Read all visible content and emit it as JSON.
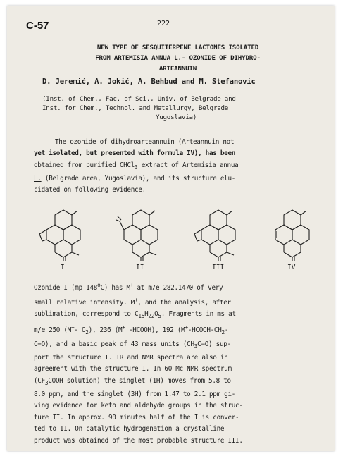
{
  "header": {
    "code": "C-57",
    "page_number": "222"
  },
  "title": {
    "lines": [
      "NEW TYPE OF SESQUITERPENE LACTONES ISOLATED",
      "FROM ARTEMISIA ANNUA L.- OZONIDE OF DIHYDRO-",
      "ARTEANNUIN"
    ]
  },
  "authors": "D. Jeremić, A. Jokić, A. Behbud and M. Stefanovic",
  "affiliation": {
    "lines": [
      "(Inst. of Chem., Fac. of Sci., Univ. of Belgrade and",
      "Inst. for Chem., Technol. and Metallurgy, Belgrade",
      "Yugoslavia)"
    ]
  },
  "paragraph1": {
    "line1": "The ozonide of dihydroarteannuin (Arteannuin not",
    "line2": "yet isolated, but presented with formula IV), has been",
    "line3_a": "obtained from purified CHCl",
    "line3_sub": "3",
    "line3_b": " extract of ",
    "line3_u": "Artemisia annua",
    "line4_u": "L.",
    "line4_b": " (Belgrade area, Yugoslavia), and its structure elu-",
    "line5": "cidated on following evidence."
  },
  "structures": {
    "labels": [
      "I",
      "II",
      "III",
      "IV"
    ]
  },
  "paragraph2": {
    "l1_a": "Ozonide I (mp 148",
    "l1_sup": "o",
    "l1_b": "C) has M",
    "l1_sup2": "+",
    "l1_c": " at m/e 282.1470 of very",
    "l2_a": "small relative intensity. M",
    "l2_sup": "+",
    "l2_b": ", and the analysis, after",
    "l3_a": "sublimation, correspond to C",
    "l3_s1": "15",
    "l3_m": "H",
    "l3_s2": "22",
    "l3_m2": "O",
    "l3_s3": "5",
    "l3_b": ". Fragments in ms at",
    "l4_a": "m/e 250 (M",
    "l4_sup": "+",
    "l4_b": "- O",
    "l4_sub": "2",
    "l4_c": "), 236 (M",
    "l4_sup2": "+",
    "l4_d": " -HCOOH), 192 (M",
    "l4_sup3": "+",
    "l4_e": "-HCOOH-CH",
    "l4_sub2": "2",
    "l4_f": "-",
    "l5_a": "C=O), and a basic peak of 43 mass units (CH",
    "l5_sub": "3",
    "l5_b": "C≡O) sup-",
    "l6": "port the structure I. IR and NMR spectra are also in",
    "l7": "agreement with the structure I. In 60 Mc NMR spectrum",
    "l8_a": "(CF",
    "l8_sub": "3",
    "l8_b": "COOH solution) the singlet (1H) moves from 5.8 to",
    "l9": "8.0 ppm, and the singlet (3H) from 1.47 to 2.1 ppm gi-",
    "l10": "ving evidence for keto and aldehyde groups in the struc-",
    "l11": "ture II. In approx. 90 minutes half of the I is conver-",
    "l12": "ted to II. On catalytic hydrogenation a crystalline",
    "l13": "product was obtained of the most probable structure III."
  }
}
